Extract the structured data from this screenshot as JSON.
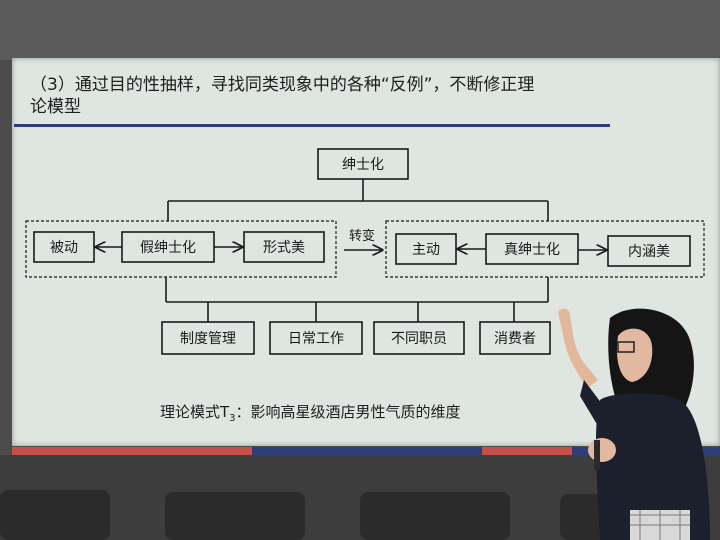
{
  "slide": {
    "title_line1": "（3）通过目的性抽样，寻找同类现象中的各种“反例”，不断修正理",
    "title_line2": "论模型",
    "caption_main": "理论模式T",
    "caption_sub": "3",
    "caption_rest": "：影响高星级酒店男性气质的维度"
  },
  "diagram": {
    "root": "绅士化",
    "left_group": {
      "center": "假绅士化",
      "left": "被动",
      "right": "形式美"
    },
    "arrow_label": "转变",
    "right_group": {
      "center": "真绅士化",
      "left": "主动",
      "right": "内涵美"
    },
    "dimensions": [
      "制度管理",
      "日常工作",
      "不同职员",
      "消费者"
    ]
  },
  "colors": {
    "screen": "#dfe5e0",
    "title_rule": "#2d3e7a",
    "footer_blue": "#2d3e7a",
    "footer_red": "#c8504a",
    "room": "#4a4b4a"
  }
}
